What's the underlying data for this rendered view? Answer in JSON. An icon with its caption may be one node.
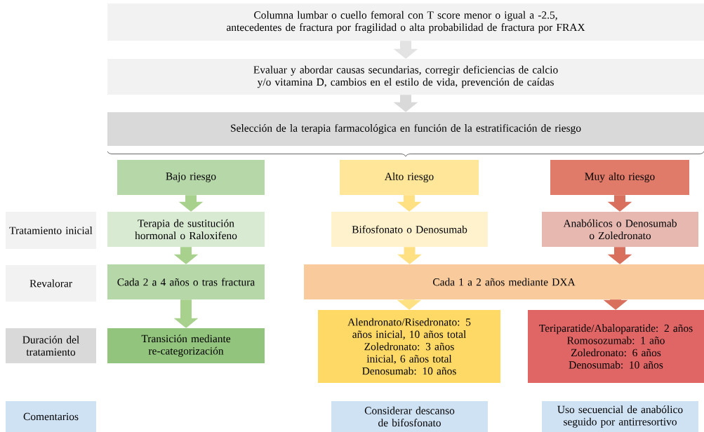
{
  "diagram": {
    "nodes": [
      {
        "text": [
          "Columna lumbar o cuello femoral con T score menor o igual a -2.5, antecedentes de fractura por fragilidad o alta probabilidad de fractura por FRAX"
        ]
      },
      {
        "text": [
          "Evaluar  y abordar causas secundarias, corregir deficiencias de calcio y/o vitamina D, cambios en el estilo de vida, prevención de caídas"
        ]
      },
      {
        "text": [
          "Selección de la terapia farmacológica en función de la estratificación de riesgo"
        ]
      },
      {
        "text": [
          "Bajo riesgo"
        ]
      },
      {
        "text": [
          "Alto riesgo"
        ]
      },
      {
        "text": [
          "Muy alto riesgo"
        ]
      },
      {
        "text": [
          "Tratamiento inicial"
        ]
      },
      {
        "text": [
          "Terapia de sustitución hormonal o Raloxifeno"
        ]
      },
      {
        "text": [
          "Bifosfonato o Denosumab"
        ]
      },
      {
        "text": [
          "Anabólicos o Denosumab o Zoledronato"
        ]
      },
      {
        "text": [
          "Revalorar"
        ]
      },
      {
        "text": [
          "Cada 2 a 4 años o tras fractura"
        ]
      },
      {
        "text": [
          "Cada 1 a 2 años mediante DXA"
        ]
      },
      {
        "text": [
          "Duración del tratamiento"
        ]
      },
      {
        "text": [
          "Transición mediante re-categorización"
        ]
      },
      {
        "text": [
          "Alendronato/Risedronato: 5 años inicial, 10 años total",
          "Zoledronato: 3 años inicial, 6 años total",
          "Denosumab: 10 años"
        ]
      },
      {
        "text": [
          "Teriparatide/Abaloparatide: 2 años",
          "Romosozumab: 1 año",
          "Zoledronato: 6 años",
          "Denosumab: 10 años"
        ]
      },
      {
        "text": [
          "Comentarios"
        ]
      },
      {
        "text": [
          "Considerar descanso de bifosfonato"
        ]
      },
      {
        "text": [
          "Uso secuencial de anabólico seguido por antirresortivo"
        ]
      }
    ],
    "edges": [
      {
        "from": 0,
        "to": 1,
        "arrow": "to",
        "color": "#e3e3e3"
      },
      {
        "from": 1,
        "to": 2,
        "arrow": "to",
        "color": "#d9d9d9"
      },
      {
        "from": 3,
        "to": 7,
        "arrow": "to",
        "color": "#a9d18e"
      },
      {
        "from": 7,
        "to": 11,
        "arrow": "to",
        "color": "#a9d18e"
      },
      {
        "from": 11,
        "to": 14,
        "arrow": "to",
        "color": "#a9d18e"
      },
      {
        "from": 4,
        "to": 8,
        "arrow": "to",
        "color": "#ffe082"
      },
      {
        "from": 8,
        "to": 12,
        "arrow": "to",
        "color": "#ffe082"
      },
      {
        "from": 12,
        "to": 15,
        "arrow": "to",
        "color": "#ffe082"
      },
      {
        "from": 5,
        "to": 9,
        "arrow": "to",
        "color": "#d9705e"
      },
      {
        "from": 9,
        "to": 12,
        "arrow": "to",
        "color": "#d9705e"
      },
      {
        "from": 12,
        "to": 16,
        "arrow": "to",
        "color": "#d9705e"
      }
    ]
  }
}
